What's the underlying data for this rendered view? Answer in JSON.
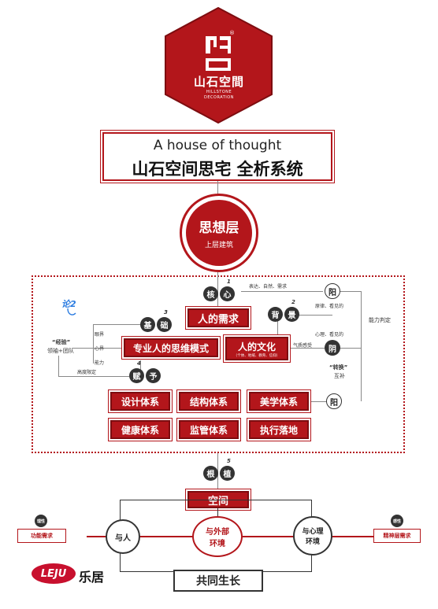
{
  "logo": {
    "cn": "山石空間",
    "en1": "HILLSTONE",
    "en2": "DECORATION",
    "reg": "®"
  },
  "title": {
    "en": "A house of thought",
    "cn": "山石空间思宅 全析系统"
  },
  "layer": {
    "main": "思想层",
    "sub": "上层建筑"
  },
  "core": {
    "c1": "核",
    "c2": "心",
    "num": "1",
    "need": "人的需求",
    "bg1": "背",
    "bg2": "景",
    "bg_num": "2",
    "top_note": "表达、自然、需求",
    "yang": "阳",
    "yin": "阴",
    "yang_note": "原律、看见的",
    "yin_note": "心理、看见的",
    "ability": "能力判定",
    "feel": "气质感受",
    "change_title": "“转换”",
    "change_sub": "互补"
  },
  "left": {
    "tag": "论2",
    "exp_title": "“经验”",
    "exp_sub": "领袖+团队",
    "vision": "眼界",
    "heart": "心界",
    "ability": "能力",
    "height": "高度限定",
    "b1": "基",
    "b2": "础",
    "b_num": "3",
    "think": "专业人的思维模式",
    "culture": "人的文化",
    "culture_sub": "（个体、地域、教育、信仰）",
    "f1": "赋",
    "f2": "予",
    "f_num": "4"
  },
  "systems": {
    "row1": [
      "设计体系",
      "结构体系",
      "美学体系"
    ],
    "row2": [
      "健康体系",
      "监管体系",
      "执行落地"
    ]
  },
  "bottom": {
    "r1": "根",
    "r2": "植",
    "r_num": "5",
    "space": "空间",
    "with_people": "与人",
    "with_env1": "与外部",
    "with_env2": "环境",
    "with_mind1": "与心理",
    "with_mind2": "环境",
    "rational": "理性",
    "sensual": "感性",
    "func": "功能需求",
    "spirit": "精神层需求",
    "common": "共同生长"
  },
  "brand": {
    "name": "LEJU",
    "cn": "乐居"
  }
}
